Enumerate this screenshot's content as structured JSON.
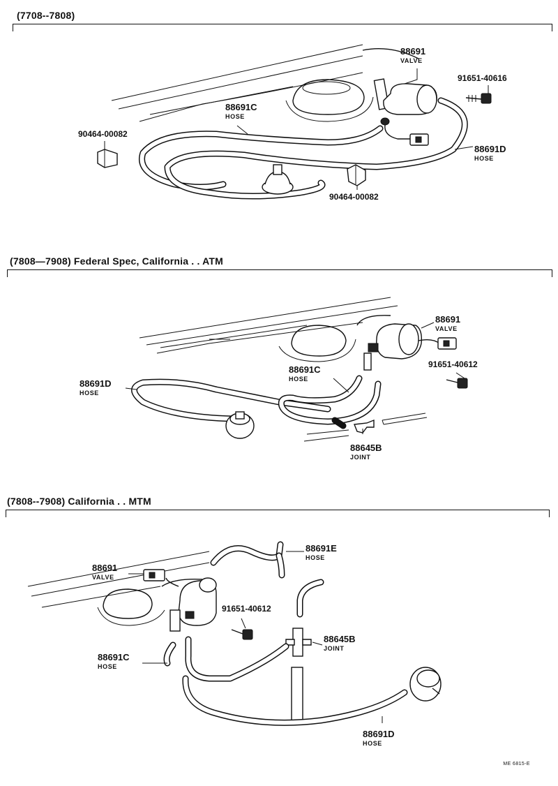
{
  "sections": [
    {
      "title": "(7708--7808)",
      "labels": {
        "valve_pn": "88691",
        "valve_desc": "VALVE",
        "bolt_pn": "91651-40616",
        "hose_c_pn": "88691C",
        "hose_c_desc": "HOSE",
        "clip1_pn": "90464-00082",
        "hose_d_pn": "88691D",
        "hose_d_desc": "HOSE",
        "clip2_pn": "90464-00082"
      }
    },
    {
      "title": "(7808—7908) Federal Spec, California . . ATM",
      "labels": {
        "valve_pn": "88691",
        "valve_desc": "VALVE",
        "hose_c_pn": "88691C",
        "hose_c_desc": "HOSE",
        "bolt_pn": "91651-40612",
        "hose_d_pn": "88691D",
        "hose_d_desc": "HOSE",
        "joint_pn": "88645B",
        "joint_desc": "JOINT"
      }
    },
    {
      "title": "(7808--7908) California . . MTM",
      "labels": {
        "hose_e_pn": "88691E",
        "hose_e_desc": "HOSE",
        "valve_pn": "88691",
        "valve_desc": "VALVE",
        "bolt_pn": "91651-40612",
        "joint_pn": "88645B",
        "joint_desc": "JOINT",
        "hose_c_pn": "88691C",
        "hose_c_desc": "HOSE",
        "hose_d_pn": "88691D",
        "hose_d_desc": "HOSE"
      }
    }
  ],
  "footer_code": "ME 6815-E"
}
